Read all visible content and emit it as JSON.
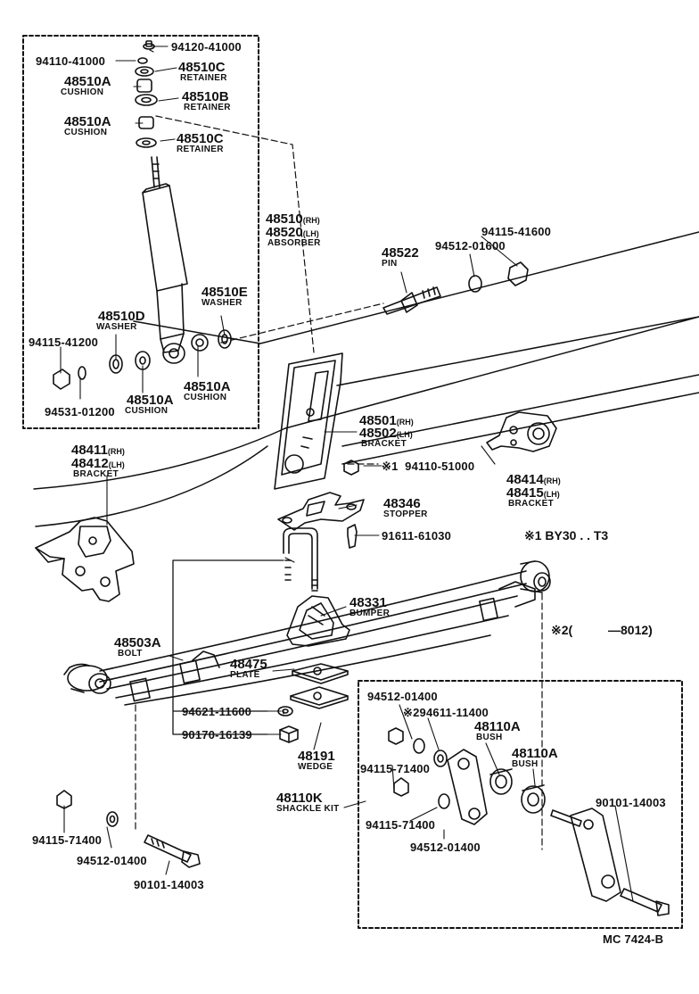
{
  "parts": {
    "nut_94120_41000": "94120-41000",
    "nut_94110_41000": "94110-41000",
    "retainer_48510c_top": {
      "num": "48510C",
      "desc": "RETAINER"
    },
    "cushion_48510a_1": {
      "num": "48510A",
      "desc": "CUSHION"
    },
    "retainer_48510b": {
      "num": "48510B",
      "desc": "RETAINER"
    },
    "cushion_48510a_2": {
      "num": "48510A",
      "desc": "CUSHION"
    },
    "retainer_48510c_mid": {
      "num": "48510C",
      "desc": "RETAINER"
    },
    "absorber": {
      "num_rh": "48510",
      "tag_rh": "(RH)",
      "num_lh": "48520",
      "tag_lh": "(LH)",
      "desc": "ABSORBER"
    },
    "washer_48510e": {
      "num": "48510E",
      "desc": "WASHER"
    },
    "washer_48510d": {
      "num": "48510D",
      "desc": "WASHER"
    },
    "nut_94115_41200": "94115-41200",
    "lockwasher_94531_01200": "94531-01200",
    "cushion_48510a_3": {
      "num": "48510A",
      "desc": "CUSHION"
    },
    "cushion_48510a_4": {
      "num": "48510A",
      "desc": "CUSHION"
    },
    "pin_48522": {
      "num": "48522",
      "desc": "PIN"
    },
    "nut_94115_41600": "94115-41600",
    "washer_94512_01600": "94512-01600",
    "bracket_48501": {
      "num_rh": "48501",
      "tag_rh": "(RH)",
      "num_lh": "48502",
      "tag_lh": "(LH)",
      "desc": "BRACKET"
    },
    "nut_94110_51000": {
      "mark": "※1",
      "num": "94110-51000"
    },
    "bracket_48414": {
      "num_rh": "48414",
      "tag_rh": "(RH)",
      "num_lh": "48415",
      "tag_lh": "(LH)",
      "desc": "BRACKET"
    },
    "bracket_48411": {
      "num_rh": "48411",
      "tag_rh": "(RH)",
      "num_lh": "48412",
      "tag_lh": "(LH)",
      "desc": "BRACKET"
    },
    "stopper_48346": {
      "num": "48346",
      "desc": "STOPPER"
    },
    "bolt_91611_61030": "91611-61030",
    "bumper_48331": {
      "num": "48331",
      "desc": "BUMPER"
    },
    "bolt_48503a": {
      "num": "48503A",
      "desc": "BOLT"
    },
    "plate_48475": {
      "num": "48475",
      "desc": "PLATE"
    },
    "nut_94621_11600": "94621-11600",
    "nut_90170_16139": "90170-16139",
    "wedge_48191": {
      "num": "48191",
      "desc": "WEDGE"
    },
    "shackle_48110k": {
      "num": "48110K",
      "desc": "SHACKLE KIT"
    },
    "washer_94512_01400_a": "94512-01400",
    "shackle_94611_11400": {
      "mark": "※2",
      "num": "94611-11400"
    },
    "bush_48110a_1": {
      "num": "48110A",
      "desc": "BUSH"
    },
    "bush_48110a_2": {
      "num": "48110A",
      "desc": "BUSH"
    },
    "nut_94115_71400_a": "94115-71400",
    "nut_94115_71400_b": "94115-71400",
    "washer_94512_01400_b": "94512-01400",
    "bolt_90101_14003_a": "90101-14003",
    "nut_94115_71400_c": "94115-71400",
    "washer_94512_01400_c": "94512-01400",
    "bolt_90101_14003_b": "90101-14003"
  },
  "notes": {
    "note1": "※1  BY30 . . T3",
    "note2_mark": "※2(",
    "note2_text": "—8012)"
  },
  "footer": {
    "code": "MC  7424-B"
  }
}
